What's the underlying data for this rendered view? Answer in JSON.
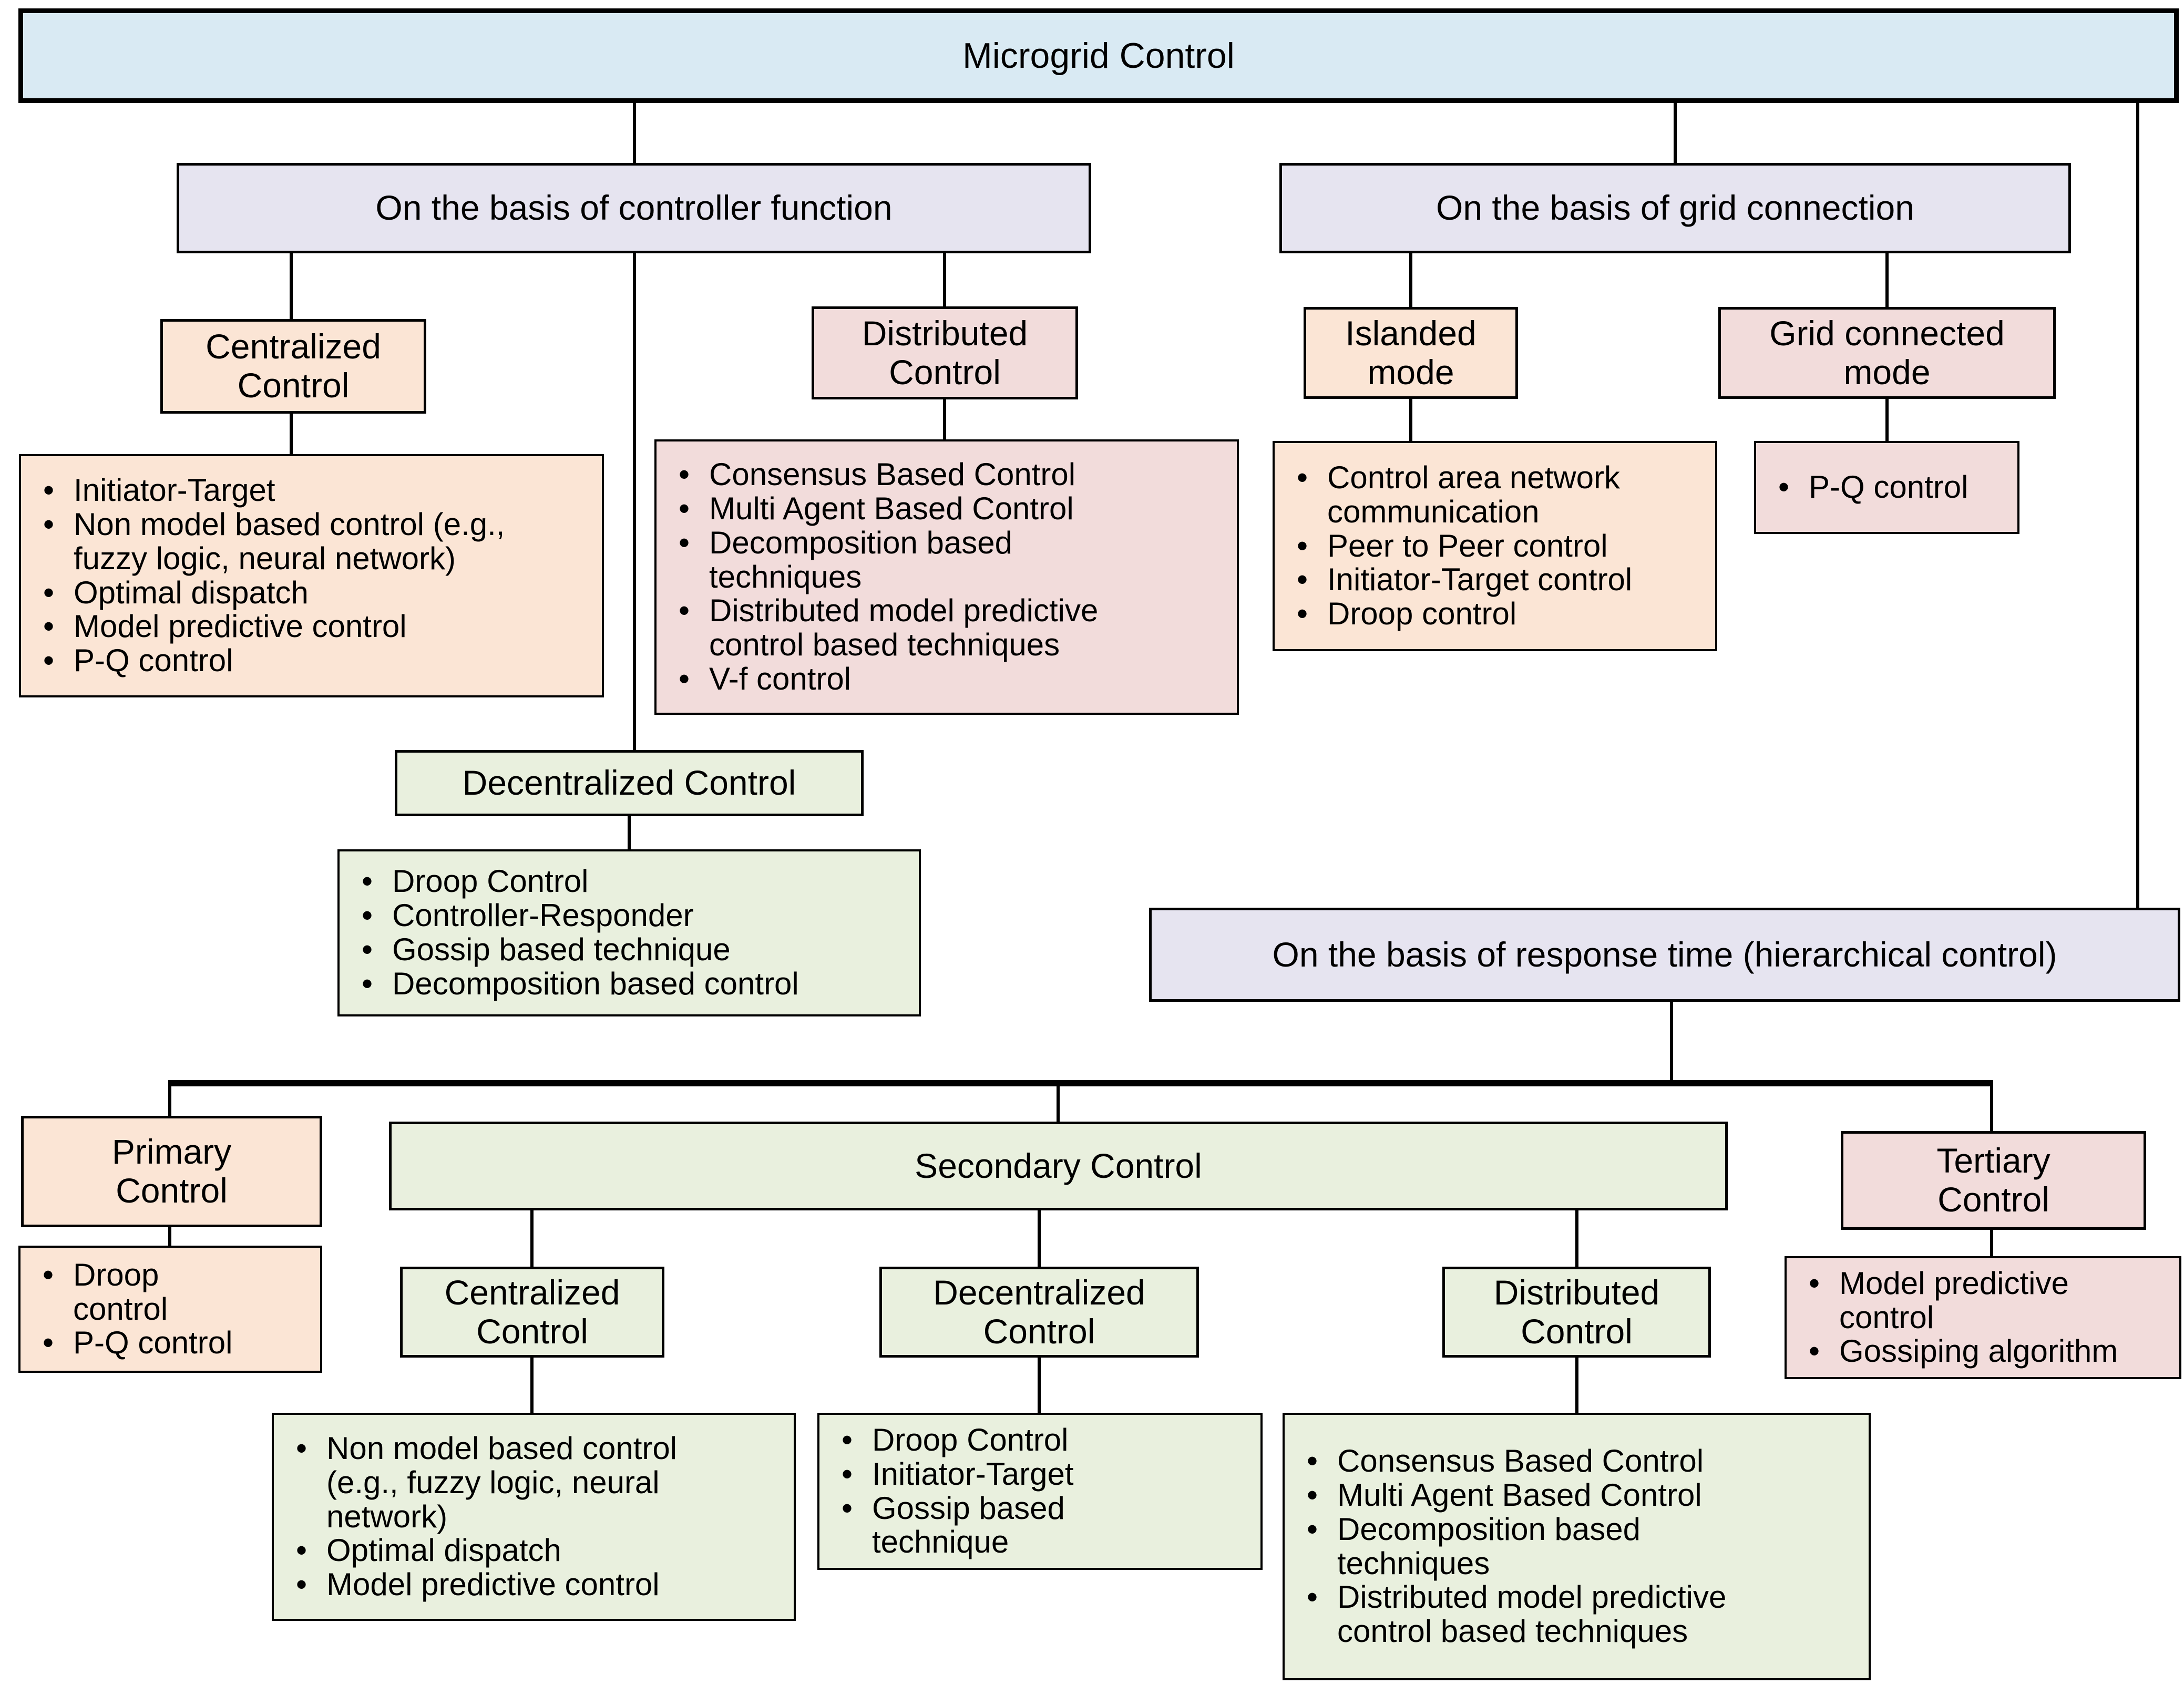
{
  "diagram": {
    "root": {
      "label": "Microgrid Control"
    },
    "branches": {
      "controller_function": {
        "label": "On the basis of controller function"
      },
      "grid_connection": {
        "label": "On the basis of grid connection"
      },
      "response_time": {
        "label": "On the basis of response time (hierarchical control)"
      }
    },
    "controller_function": {
      "centralized": {
        "title": "Centralized\nControl",
        "items": [
          "Initiator-Target",
          "Non model based control (e.g.,\nfuzzy logic, neural network)",
          "Optimal dispatch",
          "Model predictive control",
          "P-Q control"
        ]
      },
      "distributed": {
        "title": "Distributed\nControl",
        "items": [
          "Consensus Based Control",
          "Multi Agent Based Control",
          "Decomposition based\ntechniques",
          "Distributed model predictive\ncontrol based techniques",
          "V-f control"
        ]
      },
      "decentralized": {
        "title": "Decentralized Control",
        "items": [
          "Droop Control",
          "Controller-Responder",
          "Gossip based technique",
          "Decomposition based control"
        ]
      }
    },
    "grid_connection": {
      "islanded": {
        "title": "Islanded\nmode",
        "items": [
          "Control area network\ncommunication",
          "Peer to Peer control",
          "Initiator-Target control",
          "Droop control"
        ]
      },
      "grid_connected": {
        "title": "Grid connected\nmode",
        "items": [
          "P-Q control"
        ]
      }
    },
    "response_time": {
      "primary": {
        "title": "Primary\nControl",
        "items": [
          "Droop\ncontrol",
          "P-Q control"
        ]
      },
      "secondary": {
        "title": "Secondary Control",
        "centralized": {
          "title": "Centralized\nControl",
          "items": [
            "Non model based control\n(e.g., fuzzy logic, neural\nnetwork)",
            "Optimal dispatch",
            "Model predictive control"
          ]
        },
        "decentralized": {
          "title": "Decentralized\nControl",
          "items": [
            "Droop Control",
            "Initiator-Target",
            "Gossip based\ntechnique"
          ]
        },
        "distributed": {
          "title": "Distributed\nControl",
          "items": [
            "Consensus Based Control",
            "Multi Agent Based Control",
            "Decomposition based\ntechniques",
            "Distributed model predictive\ncontrol based techniques"
          ]
        }
      },
      "tertiary": {
        "title": "Tertiary\nControl",
        "items": [
          "Model predictive\ncontrol",
          "Gossiping algorithm"
        ]
      }
    },
    "colors": {
      "root_fill": "#d9eaf3",
      "category_fill": "#e6e4f0",
      "peach_fill": "#fbe5d5",
      "pink_fill": "#f2dcdb",
      "green_fill": "#e9f0de",
      "line": "#000000"
    }
  }
}
